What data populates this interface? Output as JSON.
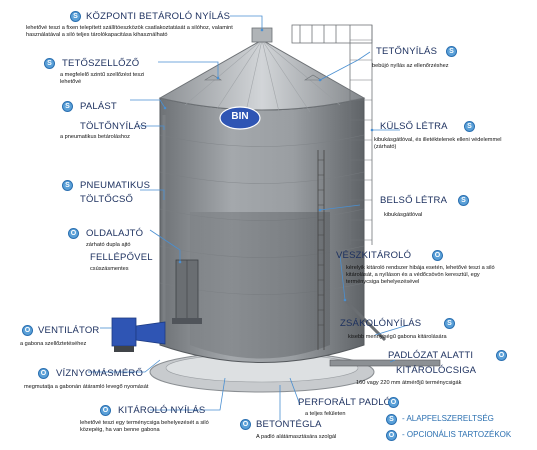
{
  "colors": {
    "title": "#1b2f5e",
    "leader": "#4a8fd1",
    "badge": "#5aa0d8",
    "silo_body": "#8c9094",
    "roof": "#b9bdc0",
    "accent_blue": "#2f55b4"
  },
  "logo": {
    "text": "BIN"
  },
  "badge_letters": {
    "s": "S",
    "o": "O"
  },
  "labels": [
    {
      "id": "kozponti",
      "badge": "S",
      "title": "KÖZPONTI BETÁROLÓ NYÍLÁS",
      "desc": "lehetővé teszi a fixen telepített szállítóeszközök csatlakoztatását a silóhoz, valamint használatával a siló teljes tárolókapacitása kihasználható"
    },
    {
      "id": "tetoszellozo",
      "badge": "S",
      "title": "TETŐSZELLŐZŐ",
      "desc": "a megfelelő szintű szellőzést teszi lehetővé"
    },
    {
      "id": "palast",
      "badge": "S",
      "title": "PALÁST",
      "desc": ""
    },
    {
      "id": "toltonyilas",
      "badge": "",
      "title": "TÖLTŐNYÍLÁS",
      "desc": "a pneumatikus betároláshoz"
    },
    {
      "id": "pneumatikus",
      "badge": "S",
      "title": "PNEUMATIKUS",
      "desc": ""
    },
    {
      "id": "toltocso",
      "badge": "",
      "title": "TÖLTŐCSŐ",
      "desc": ""
    },
    {
      "id": "oldalajto",
      "badge": "O",
      "title": "OLDALAJTÓ",
      "desc": "zárható dupla ajtó"
    },
    {
      "id": "fellepovel",
      "badge": "",
      "title": "FELLÉPŐVEL",
      "desc": "csúszásmentes"
    },
    {
      "id": "ventilator",
      "badge": "O",
      "title": "VENTILÁTOR",
      "desc": "a gabona szellőztetéséhez"
    },
    {
      "id": "viznyomasmero",
      "badge": "O",
      "title": "VÍZNYOMÁSMÉRŐ",
      "desc": "megmutatja a gabonán átáramló levegő nyomását"
    },
    {
      "id": "kitarolo_nyilas",
      "badge": "O",
      "title": "KITÁROLÓ NYÍLÁS",
      "desc": "lehetővé teszi egy terménycsiga behelyezését a siló közepéig, ha van benne gabona"
    },
    {
      "id": "betontegla",
      "badge": "O",
      "title": "BETONTÉGLA",
      "desc": "A padló alátámasztására szolgál"
    },
    {
      "id": "perforalt",
      "badge": "O",
      "title": "PERFORÁLT PADLÓ",
      "desc": "a teljes felületen"
    },
    {
      "id": "tetonyilas",
      "badge": "S",
      "title": "TETŐNYÍLÁS",
      "desc": "bebújó nyílás az ellenőrzéshez"
    },
    {
      "id": "kulso_letra",
      "badge": "S",
      "title": "KÜLSŐ LÉTRA",
      "desc": "kibukásgátlóval, és illetéktelenek elleni védelemmel (zárható)"
    },
    {
      "id": "belso_letra",
      "badge": "S",
      "title": "BELSŐ LÉTRA",
      "desc": "kibukásgátlóval"
    },
    {
      "id": "veszkitarolo",
      "badge": "O",
      "title": "VÉSZKITÁROLÓ",
      "desc": "kérelyik kitároló rendszer hibája esetén, lehetővé teszi a siló kitárolását, a nyíláson és a védőcsövön keresztül, egy terménycsiga behelyezésével"
    },
    {
      "id": "zsakolonyilas",
      "badge": "S",
      "title": "ZSÁKOLÓNYÍLÁS",
      "desc": "kisebb mennyiségű gabona kitárolására"
    },
    {
      "id": "padlozat",
      "badge": "O",
      "title": "PADLÓZAT ALATTI",
      "desc": ""
    },
    {
      "id": "kitarolocsiga",
      "badge": "",
      "title": "KITÁROLÓCSIGA",
      "desc": "160 vagy 220 mm átmérőjű terménycsigák"
    }
  ],
  "legend": [
    {
      "badge": "S",
      "text": "- ALAPFELSZERELTSÉG"
    },
    {
      "badge": "O",
      "text": "- OPCIONÁLIS TARTOZÉKOK"
    }
  ]
}
